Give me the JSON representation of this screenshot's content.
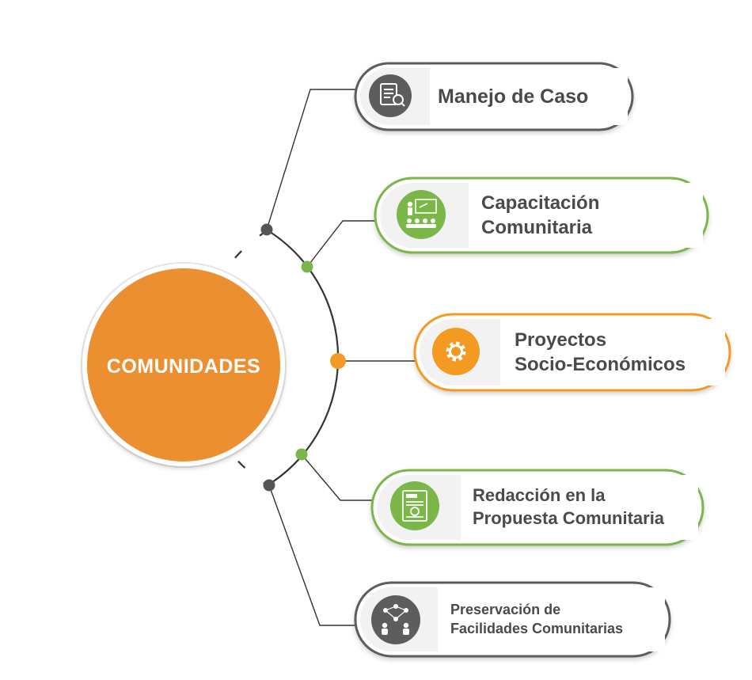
{
  "center": {
    "label": "COMUNIDADES",
    "color": "#ec8f30"
  },
  "items": [
    {
      "lines": [
        "Manejo de Caso"
      ],
      "icon": "case-file-search-icon",
      "color": "#5d5d5f"
    },
    {
      "lines": [
        "Capacitación",
        "Comunitaria"
      ],
      "icon": "training-presentation-icon",
      "color": "#7ab648"
    },
    {
      "lines": [
        "Proyectos",
        "Socio-Económicos"
      ],
      "icon": "gear-icon",
      "color": "#f39a22"
    },
    {
      "lines": [
        "Redacción en la",
        "Propuesta Comunitaria"
      ],
      "icon": "proposal-document-icon",
      "color": "#7ab648"
    },
    {
      "lines": [
        "Preservación de",
        "Facilidades Comunitarias"
      ],
      "icon": "community-network-icon",
      "color": "#5d5d5f"
    }
  ],
  "colors": {
    "dark": "#5d5d5f",
    "green": "#7ab648",
    "orange": "#f39a22",
    "text": "#4a4a4c"
  }
}
